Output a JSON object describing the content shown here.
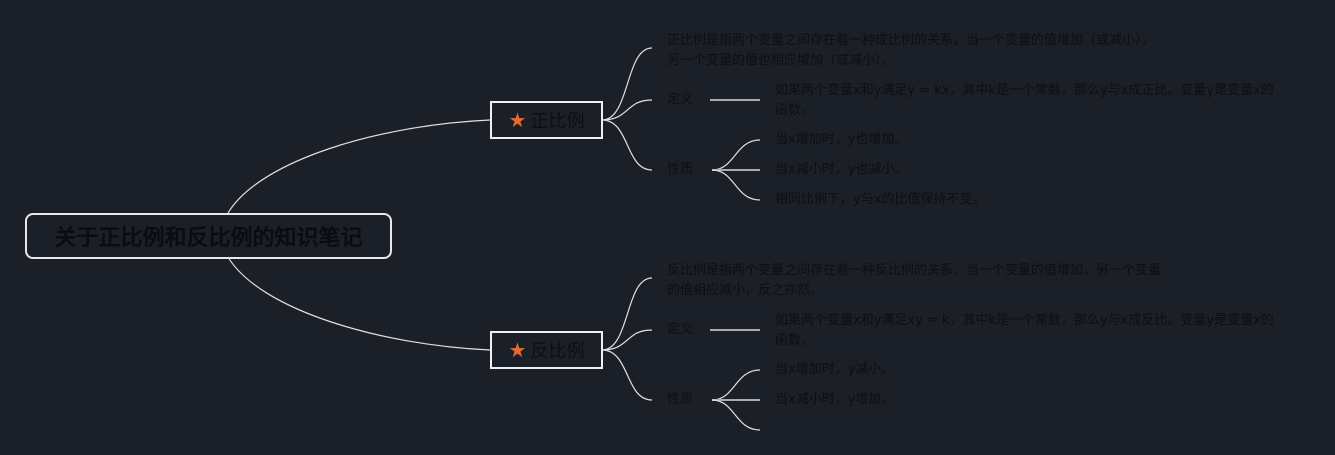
{
  "root": {
    "title": "关于正比例和反比例的知识笔记"
  },
  "colors": {
    "background": "#1b1f27",
    "star": "#e8692f",
    "line": "#e0e0e0"
  },
  "branches": [
    {
      "icon": "star-icon",
      "title": "正比例",
      "description": "正比例是指两个变量之间存在着一种成比例的关系，当一个变量的值增加（或减小），另一个变量的值也相应增加（或减小）。",
      "definition_label": "定义",
      "definition": "如果两个变量x和y满足y = kx，其中k是一个常数，那么y与x成正比。变量y是变量x的函数。",
      "properties_label": "性质",
      "properties": [
        "当x增加时，y也增加。",
        "当x减小时，y也减小。",
        "相同比例下，y与x的比值保持不变。"
      ]
    },
    {
      "icon": "star-icon",
      "title": "反比例",
      "description": "反比例是指两个变量之间存在着一种反比例的关系，当一个变量的值增加，另一个变量的值相应减小，反之亦然。",
      "definition_label": "定义",
      "definition": "如果两个变量x和y满足xy = k，其中k是一个常数，那么y与x成反比。变量y是变量x的函数。",
      "properties_label": "性质",
      "properties": [
        "当x增加时，y减小。",
        "当x减小时，y增加。",
        ""
      ]
    }
  ]
}
